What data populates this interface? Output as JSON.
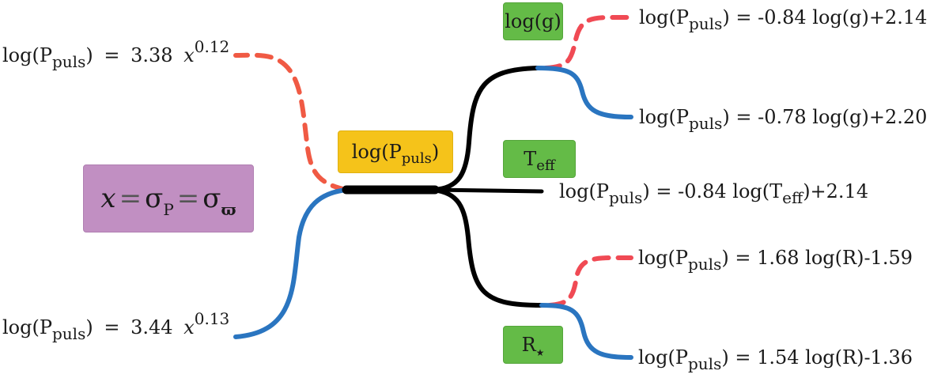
{
  "colors": {
    "red_branch": "#f05a44",
    "red_branch_right": "#f04a54",
    "blue_branch": "#2a75c0",
    "black_trunk": "#000000",
    "green_box": "#64bb47",
    "yellow_box": "#f5c31a",
    "purple_box": "#c18fc2"
  },
  "definition_box": {
    "var": "x",
    "eq1": "=",
    "sigma1": "σ",
    "sigma1_sub": "P",
    "eq2": "=",
    "sigma2": "σ",
    "sigma2_sub": "ϖ"
  },
  "center_box": {
    "base": "log(P",
    "sub": "puls",
    "close": ")"
  },
  "parameter_boxes": {
    "logg": {
      "label": "log(g)"
    },
    "teff": {
      "base": "T",
      "sub": "eff"
    },
    "radius": {
      "base": "R",
      "sub": "★"
    }
  },
  "left_equations": [
    {
      "lhs_base": "log(P",
      "lhs_sub": "puls",
      "lhs_close": ")",
      "eq": "=",
      "coef": "3.38",
      "var": "x",
      "exp": "0.12",
      "branch": "red-dashed"
    },
    {
      "lhs_base": "log(P",
      "lhs_sub": "puls",
      "lhs_close": ")",
      "eq": "=",
      "coef": "3.44",
      "var": "x",
      "exp": "0.13",
      "branch": "blue-solid"
    }
  ],
  "right_equations": [
    {
      "lhs_base": "log(P",
      "lhs_sub": "puls",
      "lhs_close": ")",
      "rhs": "= -0.84 log(g)+2.14",
      "branch": "red-dashed"
    },
    {
      "lhs_base": "log(P",
      "lhs_sub": "puls",
      "lhs_close": ")",
      "rhs": "= -0.78 log(g)+2.20",
      "branch": "blue-solid"
    },
    {
      "lhs_base": "log(P",
      "lhs_sub": "puls",
      "lhs_close": ")",
      "rhs_pre": "= -0.84 log(T",
      "rhs_sub": "eff",
      "rhs_post": ")+2.14",
      "branch": "black-solid"
    },
    {
      "lhs_base": "log(P",
      "lhs_sub": "puls",
      "lhs_close": ")",
      "rhs": "= 1.68 log(R)-1.59",
      "branch": "red-dashed"
    },
    {
      "lhs_base": "log(P",
      "lhs_sub": "puls",
      "lhs_close": ")",
      "rhs": "= 1.54 log(R)-1.36",
      "branch": "blue-solid"
    }
  ]
}
